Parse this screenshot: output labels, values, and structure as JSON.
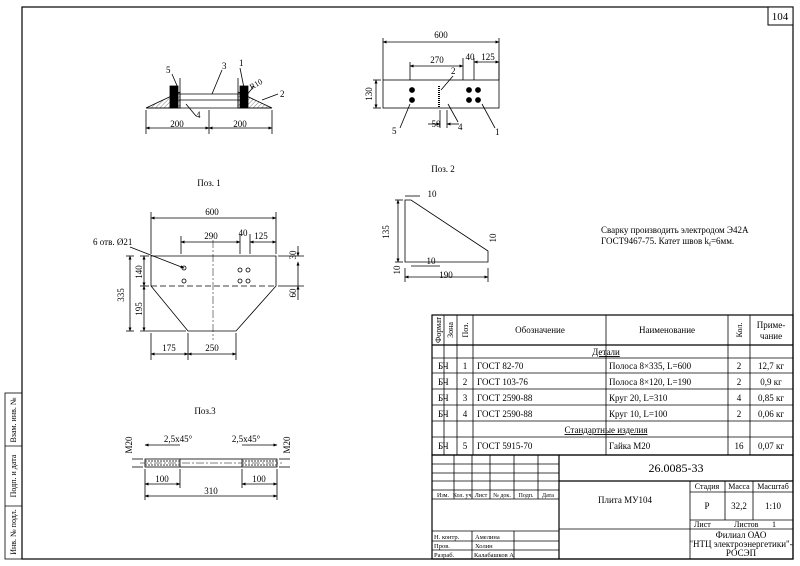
{
  "sheet_number": "104",
  "side_stamp": [
    "Инв. № подл.",
    "Подп. и дата",
    "Взам. инв. №"
  ],
  "note": {
    "line1": "Сварку производить электродом Э42А",
    "line2": "ГОСТ9467-75. Катет швов k",
    "line2_sub": "f",
    "line2_end": "=6мм."
  },
  "views": {
    "pos1": {
      "caption": "Поз. 1",
      "dims": [
        "200",
        "200"
      ],
      "labels": [
        "5",
        "3",
        "1",
        "R10",
        "2",
        "4"
      ]
    },
    "pos2_top": {
      "caption": "Поз. 2",
      "dims": [
        "600",
        "270",
        "40",
        "125",
        "130",
        "50"
      ],
      "labels": [
        "2",
        "5",
        "4",
        "1"
      ]
    },
    "pos2_side": {
      "dims": [
        "10",
        "135",
        "10",
        "10",
        "10",
        "190"
      ]
    },
    "plate": {
      "holes_note": "6 отв. Ø21",
      "dims": [
        "600",
        "290",
        "40",
        "125",
        "30",
        "140",
        "335",
        "195",
        "60",
        "175",
        "250"
      ]
    },
    "pos3": {
      "caption": "Поз.3",
      "dims": [
        "М20",
        "2,5х45°",
        "2,5х45°",
        "М20",
        "100",
        "100",
        "310"
      ]
    }
  },
  "spec_table": {
    "headers": {
      "format": "Формат",
      "zone": "Зона",
      "pos": "Поз.",
      "designation": "Обозначение",
      "name": "Наименование",
      "qty": "Кол.",
      "note": "Приме-\nчание"
    },
    "section_details": "Детали",
    "section_standard": "Стандартные изделия",
    "rows": [
      {
        "format": "БЧ",
        "pos": "1",
        "designation": "ГОСТ 82-70",
        "name": "Полоса 8×335, L=600",
        "qty": "2",
        "note": "12,7 кг"
      },
      {
        "format": "БЧ",
        "pos": "2",
        "designation": "ГОСТ 103-76",
        "name": "Полоса 8×120, L=190",
        "qty": "2",
        "note": "0,9 кг"
      },
      {
        "format": "БЧ",
        "pos": "3",
        "designation": "ГОСТ 2590-88",
        "name": "Круг 20, L=310",
        "qty": "4",
        "note": "0,85 кг"
      },
      {
        "format": "БЧ",
        "pos": "4",
        "designation": "ГОСТ 2590-88",
        "name": "Круг 10, L=100",
        "qty": "2",
        "note": "0,06 кг"
      }
    ],
    "std_rows": [
      {
        "format": "БЧ",
        "pos": "5",
        "designation": "ГОСТ 5915-70",
        "name": "Гайка М20",
        "qty": "16",
        "note": "0,07 кг"
      }
    ]
  },
  "title_block": {
    "doc_number": "26.0085-33",
    "product_name": "Плита МУ104",
    "stage_label": "Стадия",
    "mass_label": "Масса",
    "scale_label": "Масштаб",
    "stage": "Р",
    "mass": "32,2",
    "scale": "1:10",
    "sheet_label": "Лист",
    "sheets_label": "Листов",
    "sheets": "1",
    "org_line1": "Филиал ОАО",
    "org_line2": "\"НТЦ электроэнергетики\"-",
    "org_line3": "РОСЭП",
    "rev_headers": [
      "Изм.",
      "Кол. уч.",
      "Лист",
      "№ док.",
      "Подп.",
      "Дата"
    ],
    "people": [
      {
        "role": "Н. контр.",
        "name": "Амелина"
      },
      {
        "role": "Пров.",
        "name": "Холин"
      },
      {
        "role": "Разраб.",
        "name": "Калабашков А"
      }
    ]
  }
}
